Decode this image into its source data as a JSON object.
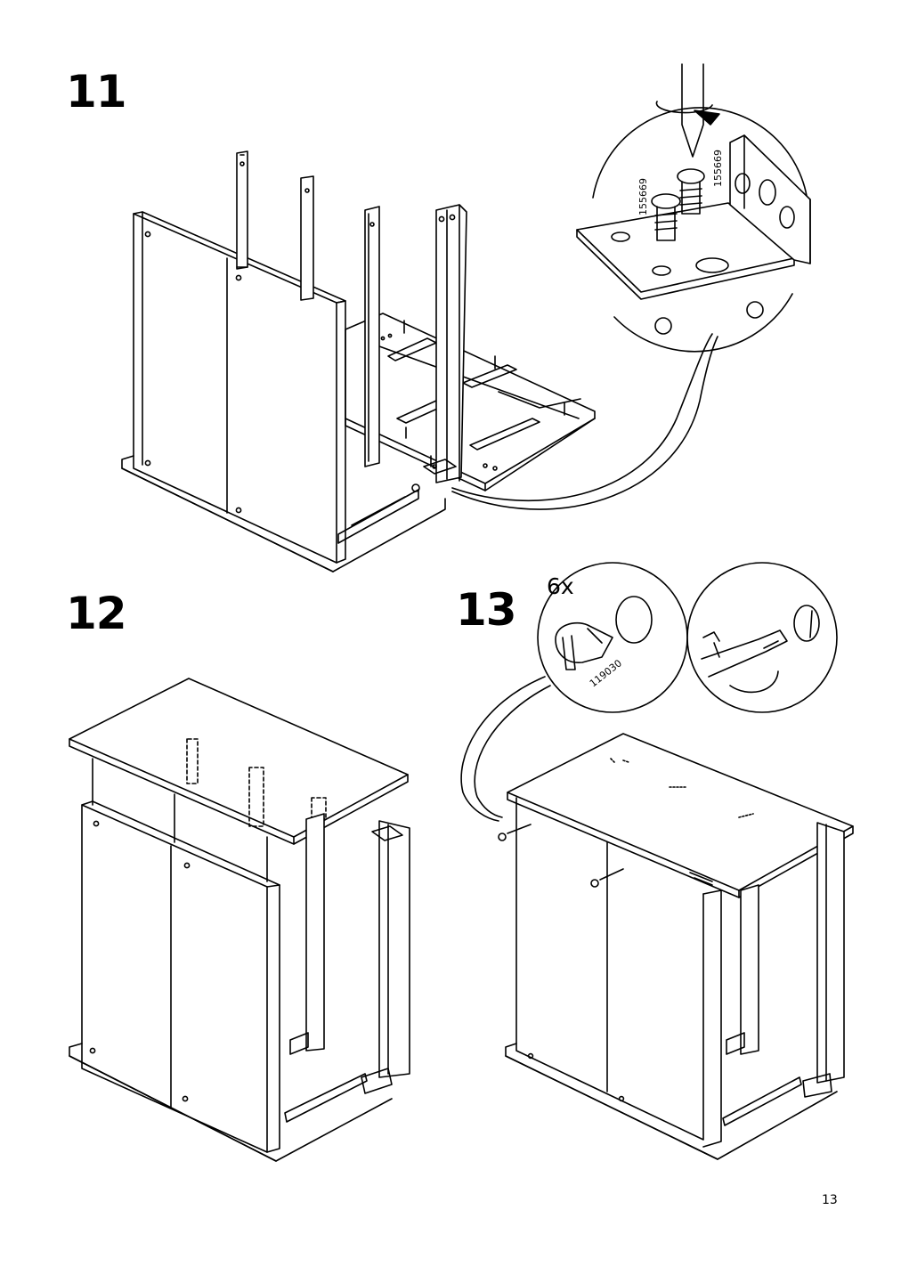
{
  "steps": [
    {
      "number": "11",
      "screw_codes": [
        "155669",
        "155669"
      ]
    },
    {
      "number": "12"
    },
    {
      "number": "13",
      "quantity": "6x",
      "part_code": "119030"
    }
  ],
  "page_number": "13"
}
